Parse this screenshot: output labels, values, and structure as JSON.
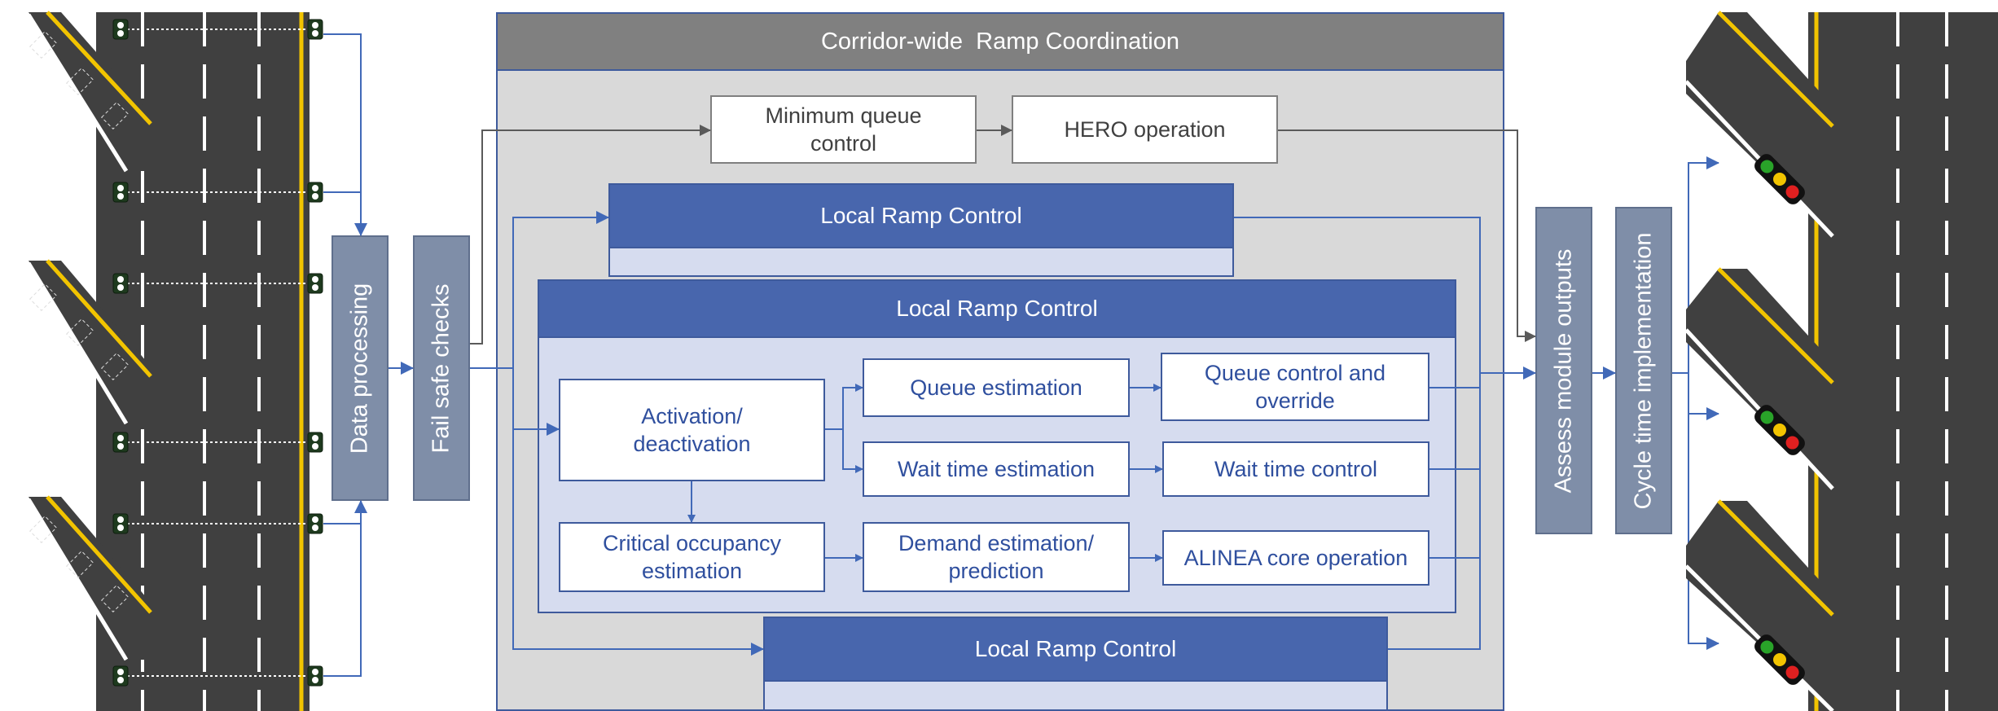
{
  "corridor": {
    "title": "Corridor-wide  Ramp Coordination"
  },
  "top_flow": {
    "min_queue": [
      "Minimum queue",
      "control"
    ],
    "hero": "HERO operation"
  },
  "local_ramp_control": {
    "upper_label": "Local Ramp Control",
    "main_label": "Local Ramp Control",
    "lower_label": "Local Ramp Control"
  },
  "modules": {
    "activation": [
      "Activation/",
      "deactivation"
    ],
    "queue_estimation": "Queue estimation",
    "queue_control": [
      "Queue control and",
      "override"
    ],
    "wait_estimation": "Wait time estimation",
    "wait_control": "Wait time control",
    "critical_occupancy": [
      "Critical occupancy",
      "estimation"
    ],
    "demand_estimation": [
      "Demand estimation/",
      "prediction"
    ],
    "alinea": "ALINEA core operation"
  },
  "pipeline": {
    "data_processing": "Data processing",
    "fail_safe": "Fail safe checks",
    "assess_outputs": "Assess module outputs",
    "cycle_time": "Cycle time implementation"
  },
  "colors": {
    "accent_blue": "#4866ad",
    "connector_blue": "#4169b8",
    "connector_gray": "#5a5a5a",
    "panel_gray": "#d9d9d9",
    "header_gray": "#808080",
    "road": "#404040",
    "lane_yellow": "#f2c400",
    "signal_red": "#e02020",
    "signal_yellow": "#f2c400",
    "signal_green": "#29a329"
  },
  "icons": [
    "freeway-road-icon",
    "ramp-icon",
    "detector-icon",
    "traffic-signal-icon",
    "arrow-icon"
  ]
}
